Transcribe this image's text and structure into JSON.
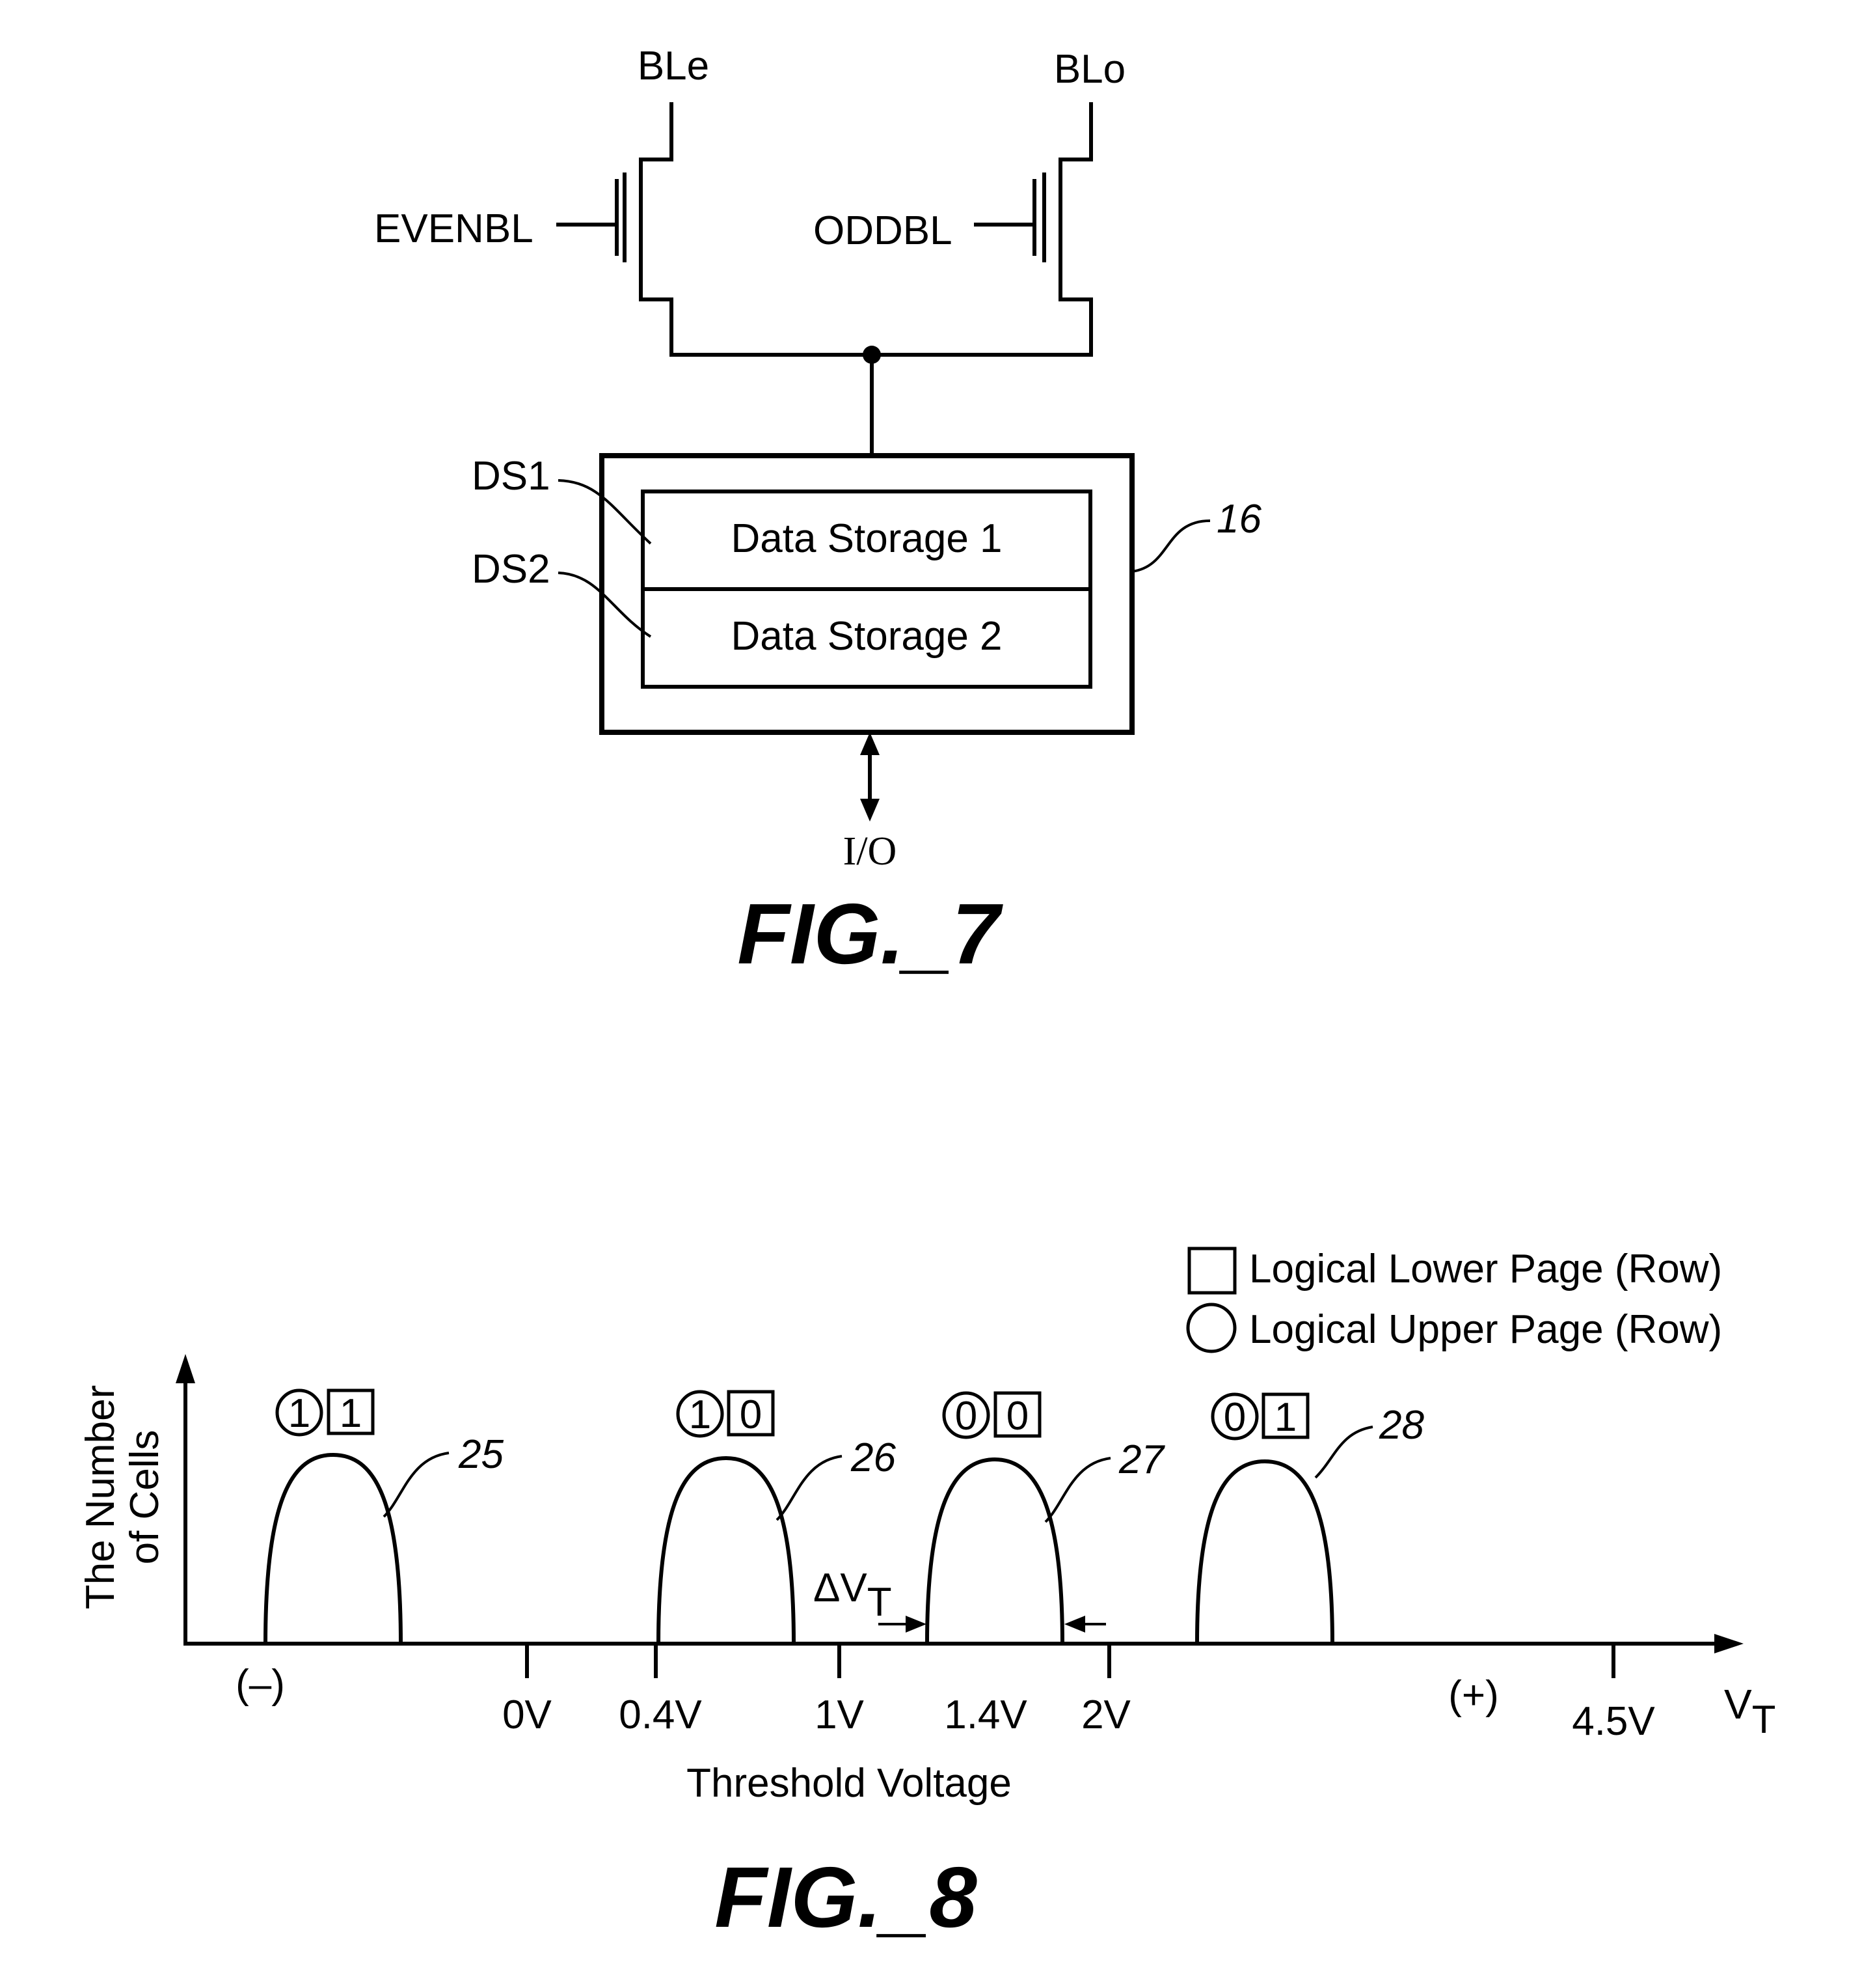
{
  "fig7": {
    "caption": "FIG._7",
    "bitline_even": "BLe",
    "bitline_odd": "BLo",
    "gate_even": "EVENBL",
    "gate_odd": "ODDBL",
    "ds1_ref": "DS1",
    "ds2_ref": "DS2",
    "storage1": "Data Storage 1",
    "storage2": "Data Storage 2",
    "block_ref": "16",
    "io": "I/O"
  },
  "fig8": {
    "caption": "FIG._8",
    "legend": {
      "lower": "Logical Lower Page (Row)",
      "upper": "Logical Upper Page (Row)"
    },
    "y_axis": [
      "The Number",
      "of Cells"
    ],
    "x_axis_title": "Threshold Voltage",
    "x_axis_symbol": "V",
    "x_axis_symbol_sub": "T",
    "x_ticks": [
      "(–)",
      "0V",
      "0.4V",
      "1V",
      "1.4V",
      "2V",
      "(+)",
      "4.5V"
    ],
    "delta": "ΔV",
    "delta_sub": "T",
    "states": [
      {
        "ref": "25",
        "upper": "1",
        "lower": "1"
      },
      {
        "ref": "26",
        "upper": "1",
        "lower": "0"
      },
      {
        "ref": "27",
        "upper": "0",
        "lower": "0"
      },
      {
        "ref": "28",
        "upper": "0",
        "lower": "1"
      }
    ]
  }
}
